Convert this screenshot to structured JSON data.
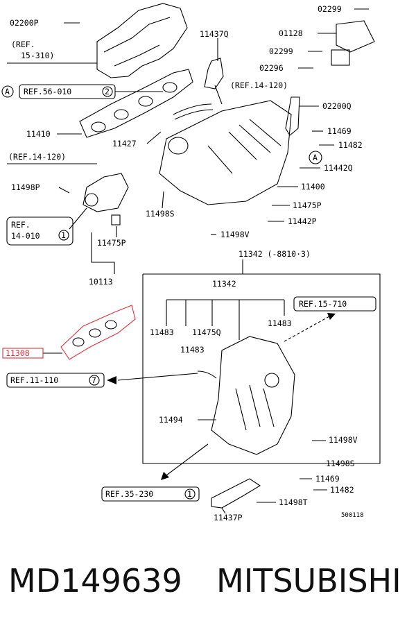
{
  "diagram": {
    "labels": {
      "p02200P": "02200P",
      "ref15310_a": "(REF.",
      "ref15310_b": "15-310)",
      "circleA1": "A",
      "ref56010": "REF.56-010",
      "ref56010_num": "2",
      "p11410": "11410",
      "p11437Q": "11437Q",
      "ref14120_top": "(REF.14-120)",
      "p02299_top": "02299",
      "p01128": "01128",
      "p02299_mid": "02299",
      "p02296": "02296",
      "p02200Q": "02200Q",
      "p11469_top": "11469",
      "p11482_top": "11482",
      "circleA2": "A",
      "p11442Q": "11442Q",
      "p11400": "11400",
      "p11475P_top": "11475P",
      "p11442P": "11442P",
      "p11498V_top": "11498V",
      "p11427": "11427",
      "ref14120_left": "(REF.14-120)",
      "p11498P": "11498P",
      "ref14010_a": "REF.",
      "ref14010_b": "14-010",
      "ref14010_num": "1",
      "p11498S_top": "11498S",
      "p11475P_left": "11475P",
      "p10113": "10113",
      "p11342_main": "11342 (-8810·3)",
      "p11342_inner": "11342",
      "ref15710": "REF.15-710",
      "p11483_a": "11483",
      "p11475Q": "11475Q",
      "p11483_b": "11483",
      "p11483_c": "11483",
      "p11308": "11308",
      "ref11110": "REF.11-110",
      "ref11110_num": "7",
      "p11494": "11494",
      "p11498V_bot": "11498V",
      "p11498S_bot": "11498S",
      "p11469_bot": "11469",
      "p11482_bot": "11482",
      "ref35230": "REF.35-230",
      "ref35230_num": "1",
      "p11437P": "11437P",
      "p11498T": "11498T",
      "p500118": "500118"
    },
    "colors": {
      "line": "#000000",
      "highlight": "#e0303a"
    }
  },
  "footer": {
    "part_number": "MD149639",
    "brand": "MITSUBISHI"
  }
}
